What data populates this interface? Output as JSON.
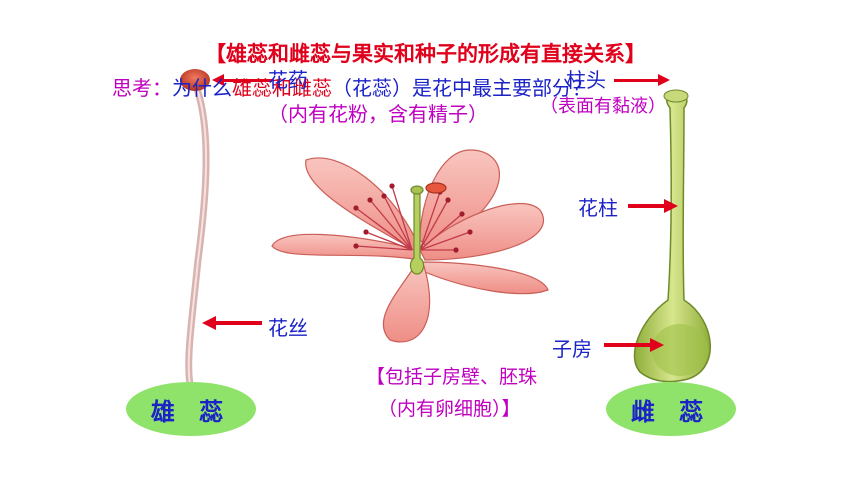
{
  "header": {
    "title": "【雄蕊和雌蕊与果实和种子的形成有直接关系】",
    "question_prefix": "思考：",
    "question_part1": "为什么",
    "question_highlight": "雄蕊和雌蕊",
    "question_part2": "（花蕊）是花中最主要部分？"
  },
  "stamen": {
    "anther_label": "花药",
    "anther_note": "（内有花粉，含有精子）",
    "filament_label": "花丝",
    "name": "雄 蕊"
  },
  "pistil": {
    "stigma_label": "柱头",
    "stigma_note": "（表面有黏液）",
    "style_label": "花柱",
    "ovary_label": "子房",
    "ovary_note_line1": "【包括子房壁、胚珠",
    "ovary_note_line2": "（内有卵细胞）】",
    "name": "雌 蕊"
  },
  "colors": {
    "title_red": "#e0001b",
    "note_magenta": "#c000c0",
    "label_blue": "#1a22c8",
    "pill_green": "#8fe36b",
    "petal_pink": "#f4a7a0",
    "pistil_green": "#b7cf5f"
  }
}
